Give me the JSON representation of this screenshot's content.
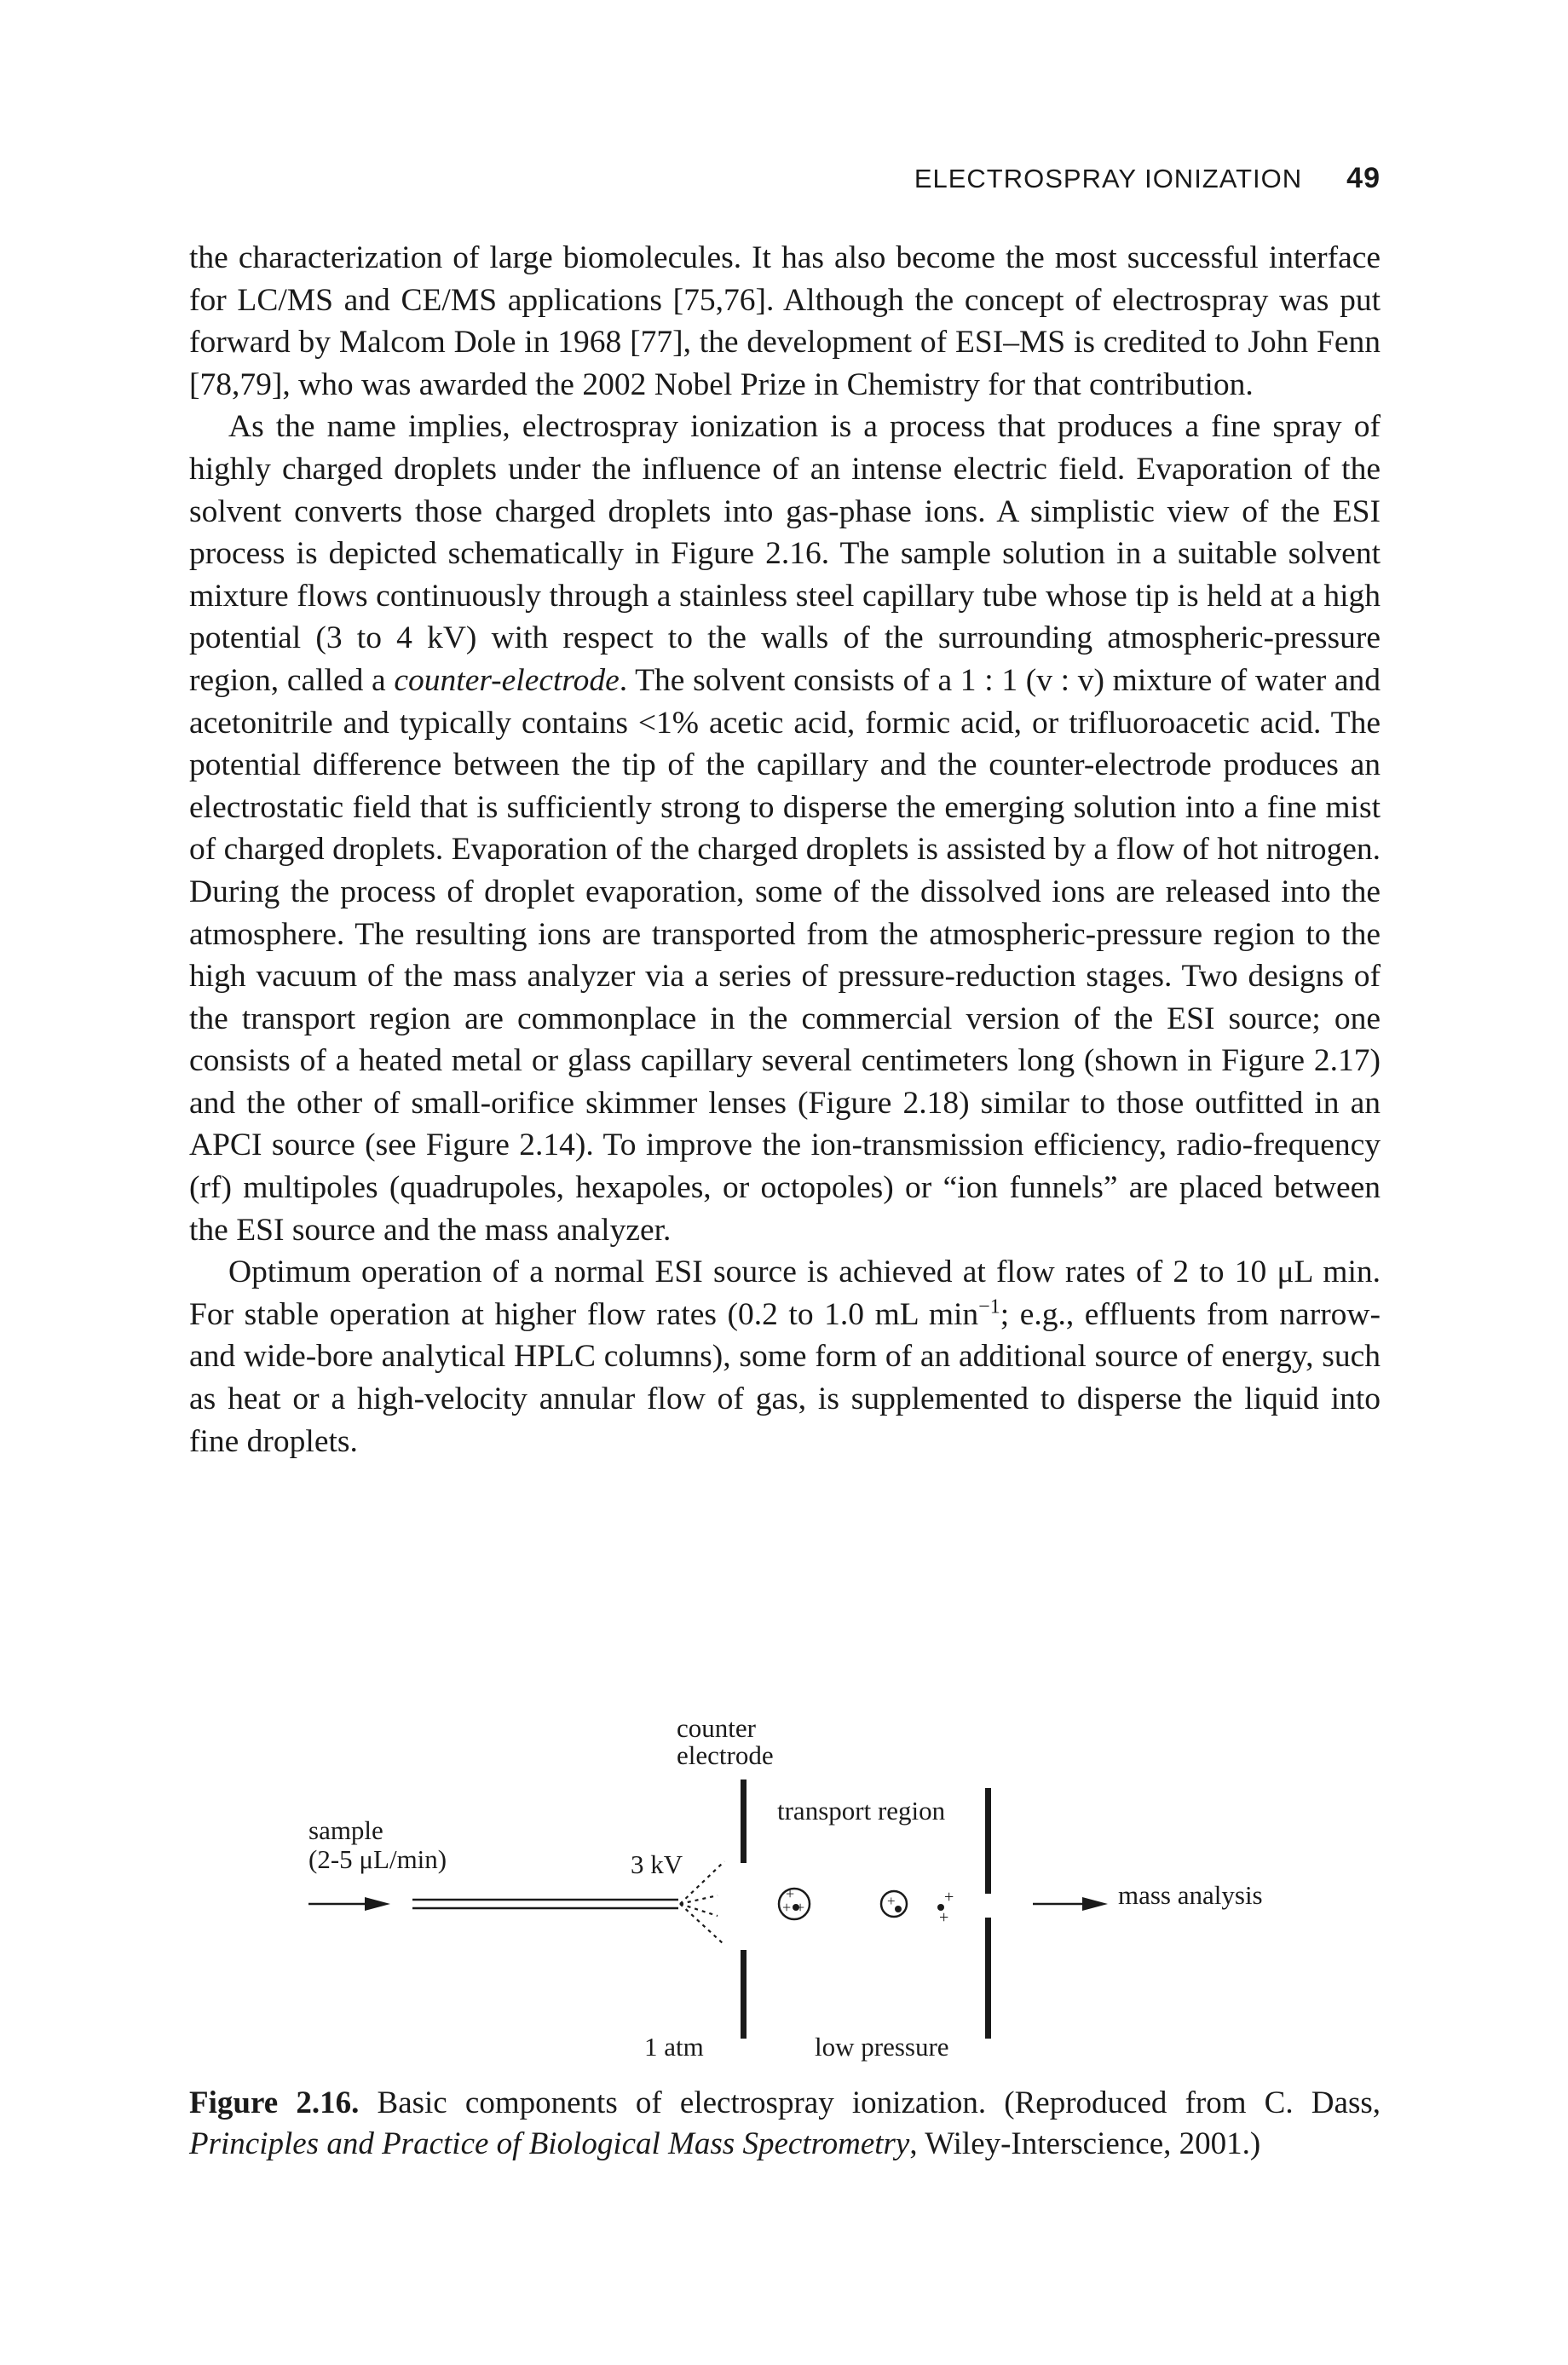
{
  "header": {
    "running_title": "ELECTROSPRAY IONIZATION",
    "page_number": "49"
  },
  "paragraphs": {
    "p1": "the characterization of large biomolecules. It has also become the most successful interface for LC/MS and CE/MS applications [75,76]. Although the concept of electrospray was put forward by Malcom Dole in 1968 [77], the development of ESI–MS is credited to John Fenn [78,79], who was awarded the 2002 Nobel Prize in Chemistry for that contribution.",
    "p2_a": "As the name implies, electrospray ionization is a process that produces a fine spray of highly charged droplets under the influence of an intense electric field. Evaporation of the solvent converts those charged droplets into gas-phase ions. A simplistic view of the ESI process is depicted schematically in Figure 2.16. The sample solution in a suitable solvent mixture flows continuously through a stainless steel capillary tube whose tip is held at a high potential (3 to 4 kV) with respect to the walls of the surrounding atmospheric-pressure region, called a ",
    "p2_term": "counter-electrode",
    "p2_b": ". The solvent consists of a 1 : 1 (v : v) mixture of water and acetonitrile and typically contains <1% acetic acid, formic acid, or trifluoroacetic acid. The potential difference between the tip of the capillary and the counter-electrode produces an electrostatic field that is sufficiently strong to disperse the emerging solution into a fine mist of charged droplets. Evaporation of the charged droplets is assisted by a flow of hot nitrogen. During the process of droplet evaporation, some of the dissolved ions are released into the atmosphere. The resulting ions are transported from the atmospheric-pressure region to the high vacuum of the mass analyzer via a series of pressure-reduction stages. Two designs of the transport region are commonplace in the commercial version of the ESI source; one consists of a heated metal or glass capillary several centimeters long (shown in Figure 2.17) and the other of small-orifice skimmer lenses (Figure 2.18) similar to those outfitted in an APCI source (see Figure 2.14). To improve the ion-transmission efficiency, radio-frequency (rf) multipoles (quadrupoles, hexapoles, or octopoles) or “ion funnels” are placed between the ESI source and the mass analyzer.",
    "p3_a": "Optimum operation of a normal ESI source is achieved at flow rates of 2 to 10 μL min. For stable operation at higher flow rates (0.2 to 1.0 mL min",
    "p3_sup": "−1",
    "p3_b": "; e.g., effluents from narrow- and wide-bore analytical HPLC columns), some form of an additional source of energy, such as heat or a high-velocity annular flow of gas, is supplemented to disperse the liquid into fine droplets."
  },
  "figure": {
    "labels": {
      "counter": "counter",
      "electrode": "electrode",
      "transport_region": "transport region",
      "sample": "sample",
      "flow_rate": "(2-5 μL/min)",
      "voltage": "3 kV",
      "mass_analysis": "mass analysis",
      "atm": "1 atm",
      "low_pressure": "low pressure"
    },
    "ion_charge": "+"
  },
  "caption": {
    "label": "Figure 2.16.",
    "text_a": " Basic components of electrospray ionization. (Reproduced from C. Dass, ",
    "book_title": "Principles and Practice of Biological Mass Spectrometry",
    "text_b": ", Wiley-Interscience, 2001.)"
  }
}
